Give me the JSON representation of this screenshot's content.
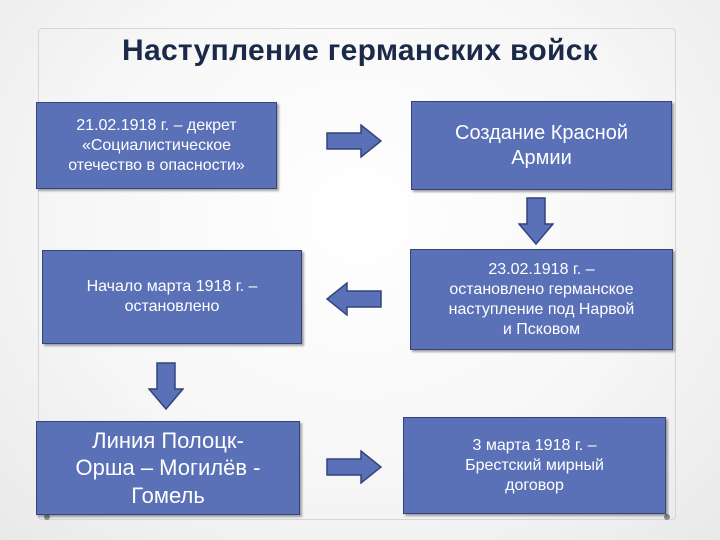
{
  "title": "Наступление германских войск",
  "boxes": {
    "decree": "21.02.1918 г. – декрет\n«Социалистическое\nотечество в опасности»",
    "red_army": "Создание Красной\nАрмии",
    "stopped_narva": "23.02.1918 г. –\nостановлено германское\nнаступление под Нарвой\nи Псковом",
    "march_start": "Начало марта 1918 г. –\nостановлено",
    "line": "Линия Полоцк-\nОрша – Могилёв -\nГомель",
    "brest": "3 марта 1918 г. –\nБрестский мирный\nдоговор"
  },
  "colors": {
    "box_fill": "#5b71b7",
    "box_border": "#33447d",
    "arrow_fill": "#5b71b7",
    "title": "#1c2a4a"
  }
}
